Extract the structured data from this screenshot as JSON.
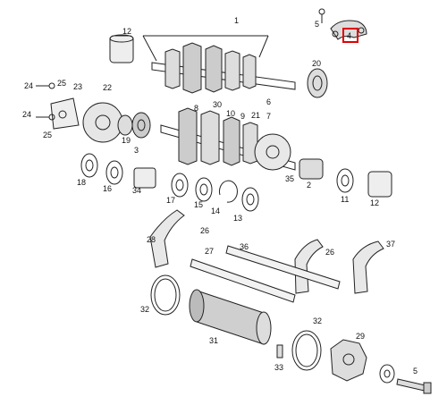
{
  "diagram": {
    "labels": {
      "p1": "1",
      "p2": "2",
      "p3": "3",
      "p4": "4",
      "p5a": "5",
      "p5b": "5",
      "p6": "6",
      "p7": "7",
      "p8": "8",
      "p9": "9",
      "p10": "10",
      "p11": "11",
      "p12a": "12",
      "p12b": "12",
      "p13": "13",
      "p14": "14",
      "p15": "15",
      "p16": "16",
      "p17": "17",
      "p18": "18",
      "p19": "19",
      "p20": "20",
      "p21": "21",
      "p22": "22",
      "p23": "23",
      "p24a": "24",
      "p24b": "24",
      "p25a": "25",
      "p25b": "25",
      "p26a": "26",
      "p26b": "26",
      "p27": "27",
      "p28": "28",
      "p29": "29",
      "p30": "30",
      "p31": "31",
      "p32a": "32",
      "p32b": "32",
      "p33": "33",
      "p34": "34",
      "p35": "35",
      "p36": "36",
      "p37": "37"
    },
    "highlight_color": "#e00000",
    "highlighted_part": "4"
  }
}
